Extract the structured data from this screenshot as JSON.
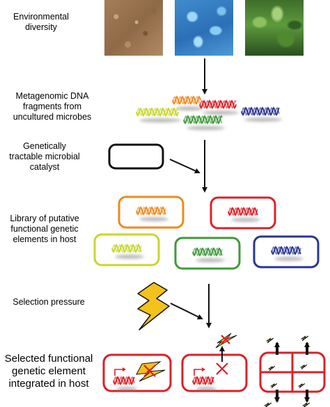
{
  "steps": [
    {
      "id": "env",
      "label": "Environmental\ndiversity"
    },
    {
      "id": "meta",
      "label": "Metagenomic DNA\nfragments from\nuncultured microbes"
    },
    {
      "id": "host",
      "label": "Genetically\ntractable microbial\ncatalyst"
    },
    {
      "id": "library",
      "label": "Library of putative\nfunctional genetic\nelements in host"
    },
    {
      "id": "selection",
      "label": "Selection pressure"
    },
    {
      "id": "selected",
      "label": "Selected functional\ngenetic element\nintegrated in host"
    }
  ],
  "environment_photos": [
    {
      "name": "soil-photo"
    },
    {
      "name": "water-photo"
    },
    {
      "name": "forest-photo"
    }
  ],
  "colors": {
    "orange": "#ee8a1e",
    "red": "#dd2027",
    "yellow": "#c8d62e",
    "green": "#3e9a3a",
    "blue": "#2a3592",
    "black": "#111111",
    "bolt": "#f3c21c"
  },
  "library_cells": [
    "orange",
    "red",
    "yellow",
    "green",
    "blue"
  ]
}
